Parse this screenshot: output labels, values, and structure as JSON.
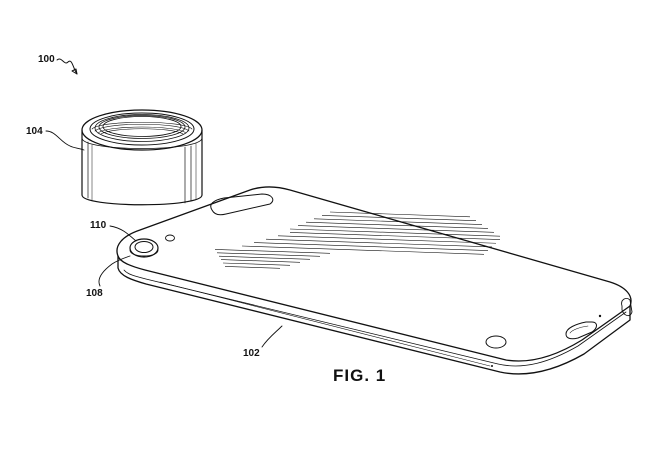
{
  "labels": {
    "ref_100": "100",
    "ref_104": "104",
    "ref_110": "110",
    "ref_108": "108",
    "ref_102": "102"
  },
  "caption": "FIG. 1",
  "colors": {
    "ink": "#111111",
    "paper": "#ffffff"
  }
}
